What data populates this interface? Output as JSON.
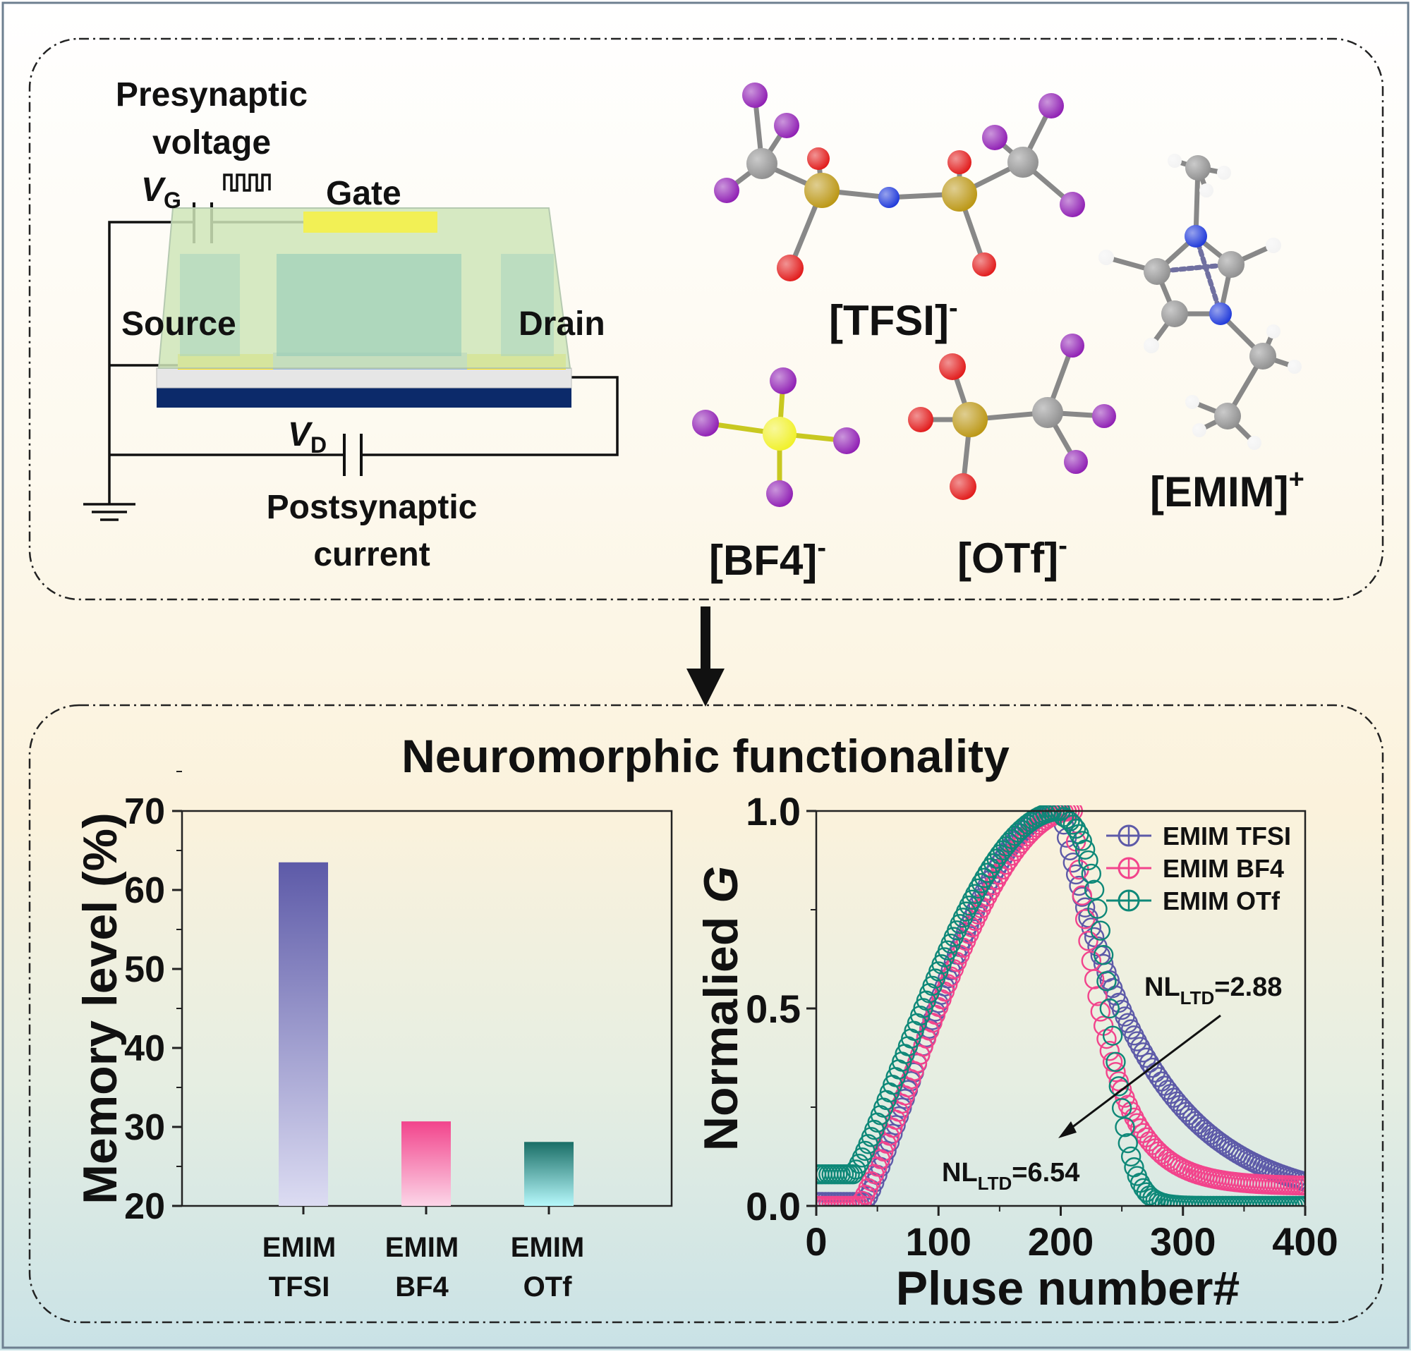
{
  "device": {
    "presynaptic_line1": "Presynaptic",
    "presynaptic_line2": "voltage",
    "vg_symbol": "V",
    "vg_subscript": "G",
    "gate_label": "Gate",
    "source_label": "Source",
    "drain_label": "Drain",
    "vd_symbol": "V",
    "vd_subscript": "D",
    "postsynaptic_line1": "Postsynaptic",
    "postsynaptic_line2": "current"
  },
  "molecules": {
    "tfsi_label": "[TFSI]",
    "tfsi_charge": "-",
    "bf4_label": "[BF4]",
    "bf4_charge": "-",
    "otf_label": "[OTf]",
    "otf_charge": "-",
    "emim_label": "[EMIM]",
    "emim_charge": "+"
  },
  "section_title": "Neuromorphic functionality",
  "colors": {
    "tfsi": "#5d5aa8",
    "bf4": "#f2448c",
    "otf": "#0e8878",
    "gate_yellow": "#f2f055",
    "electrode_yellow": "#ffe100",
    "substrate": "#0c2a6a",
    "channel": "#8fb2d8",
    "oxygen": "#e01010",
    "sulfur": "#b8920a",
    "fluorine": "#8a14b0",
    "nitrogen": "#1530d8",
    "carbon": "#8a8a8a",
    "boron": "#f0f020",
    "hydrogen": "#f2f2f2"
  },
  "chart_data": [
    {
      "type": "bar",
      "categories": [
        "EMIM\nTFSI",
        "EMIM\nBF4",
        "EMIM\nOTf"
      ],
      "category_lines": [
        [
          "EMIM",
          "TFSI"
        ],
        [
          "EMIM",
          "BF4"
        ],
        [
          "EMIM",
          "OTf"
        ]
      ],
      "values": [
        63.5,
        30.7,
        28.1
      ],
      "ylabel": "Memory level (%)",
      "ylim": [
        20,
        70
      ],
      "yticks": [
        "20",
        "30",
        "40",
        "50",
        "60",
        "70"
      ],
      "grid": false
    },
    {
      "type": "scatter",
      "xlabel": "Pluse number#",
      "ylabel_text": "Normalied",
      "ylabel_symbol": "G",
      "xlim": [
        0,
        400
      ],
      "ylim": [
        0,
        1
      ],
      "xticks": [
        "0",
        "100",
        "200",
        "300",
        "400"
      ],
      "yticks": [
        "0.0",
        "0.5",
        "1.0"
      ],
      "legend_position": "top-right",
      "series": [
        {
          "name": "EMIM TFSI",
          "x_start": 0,
          "x_peak": 200,
          "x_end": 400,
          "y_floor": 0.01,
          "y_flat_until": 40,
          "ltd": "exponential",
          "ltd_rate": 0.014
        },
        {
          "name": "EMIM BF4",
          "x_start": 0,
          "x_peak": 210,
          "x_end": 400,
          "y_floor": 0.0,
          "y_flat_until": 35,
          "ltd": "exponential",
          "ltd_rate": 0.034,
          "ltd_floor": 0.05
        },
        {
          "name": "EMIM OTf",
          "x_start": 0,
          "x_peak": 200,
          "x_end": 400,
          "y_floor": 0.08,
          "y_flat_until": 30,
          "ltd": "sigmoid",
          "ltd_mid": 240,
          "ltd_width": 9
        }
      ],
      "annotations": [
        {
          "prefix": "NL",
          "subscript": "LTD",
          "value": "=2.88"
        },
        {
          "prefix": "NL",
          "subscript": "LTD",
          "value": "=6.54"
        }
      ]
    }
  ]
}
